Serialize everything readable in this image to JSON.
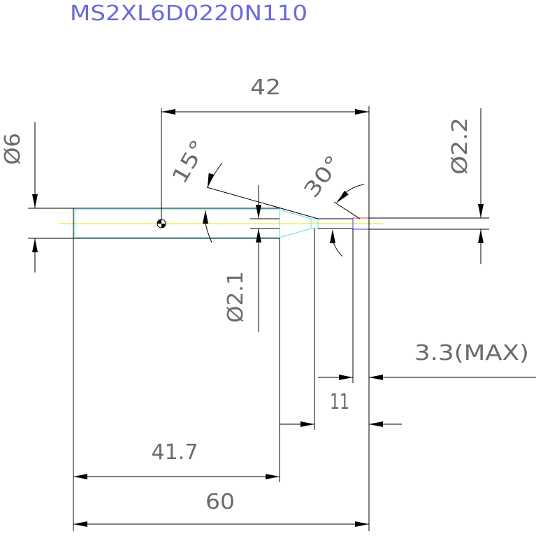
{
  "title": "MS2XL6D0220N110",
  "dimensions": {
    "datum_to_end": "42",
    "shank_diameter": "Ø6",
    "taper_angle": "15°",
    "edge_angle": "30°",
    "edge_diameter": "Ø2.2",
    "neck_diameter": "Ø2.1",
    "edge_length": "3.3(MAX)",
    "neck_length": "11",
    "shank_length": "41.7",
    "overall_length": "60"
  },
  "colors": {
    "title": "#6a6adc",
    "dimension_text": "#6b6b6b",
    "lines": "#000000",
    "part_outline": "#5fe3e3",
    "centerline": "#e6e600",
    "cutting_edge_top": "#e03c3c",
    "cutting_edge": "#3c3ce0"
  }
}
